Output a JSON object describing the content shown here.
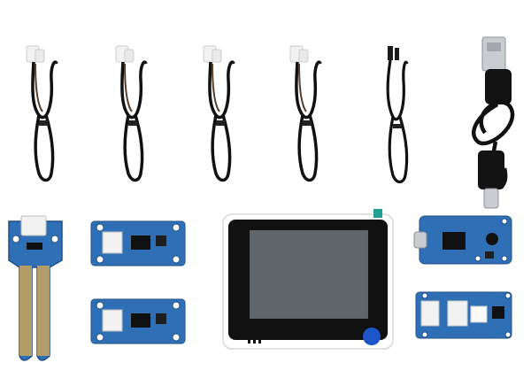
{
  "scene": {
    "kind": "product-kit-photo",
    "background_color": "#ffffff",
    "items": [
      {
        "name": "grove-cable",
        "count": 4
      },
      {
        "name": "jumper-cable",
        "count": 1
      },
      {
        "name": "usb-a-to-usb-c-cable",
        "count": 1
      },
      {
        "name": "soil-moisture-sensor",
        "count": 1
      },
      {
        "name": "grove-sensor-module",
        "count": 2
      },
      {
        "name": "display-terminal",
        "count": 1
      },
      {
        "name": "usb-c-board",
        "count": 1
      },
      {
        "name": "grove-sensor-board",
        "count": 1
      }
    ],
    "colors": {
      "cable": "#111111",
      "connector": "#f2f2f2",
      "pcb": "#2f6fb5",
      "pcb_dark": "#1f4f8a",
      "screen": "#5f6469",
      "bezel": "#111111",
      "case": "#ffffff",
      "button": "#1e56c7",
      "gold": "#c9a45a"
    }
  }
}
